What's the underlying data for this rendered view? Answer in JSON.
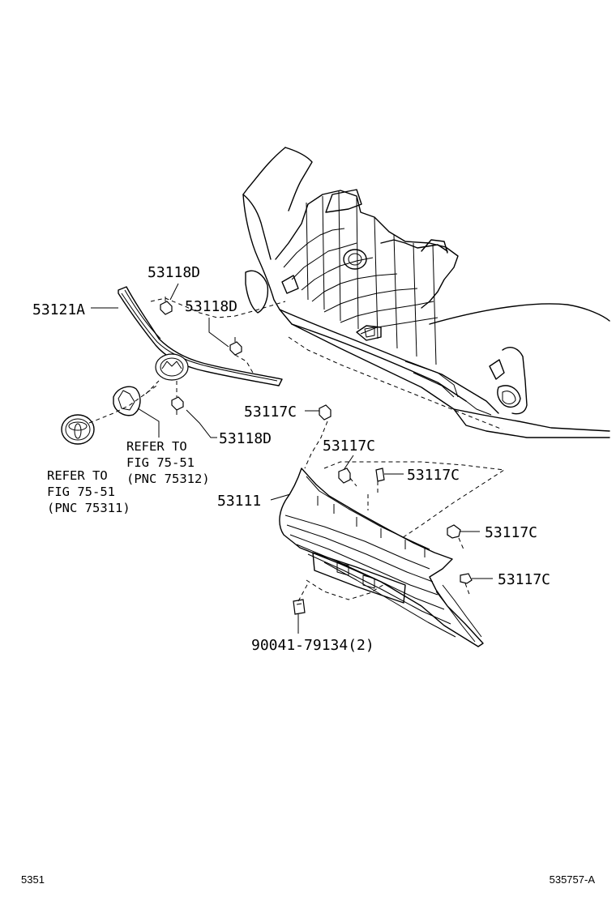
{
  "labels": {
    "p53118d_top": "53118D",
    "p53121a": "53121A",
    "p53118d_mid": "53118D",
    "p53117c_a": "53117C",
    "p53118d_low": "53118D",
    "p53117c_b": "53117C",
    "p53117c_c": "53117C",
    "p53111": "53111",
    "p53117c_d": "53117C",
    "p53117c_e": "53117C",
    "p90041": "90041-79134(2)"
  },
  "refs": {
    "ref1": {
      "line1": "REFER TO",
      "line2": "FIG 75-51",
      "line3": "(PNC 75312)"
    },
    "ref2": {
      "line1": "REFER TO",
      "line2": "FIG 75-51",
      "line3": "(PNC 75311)"
    }
  },
  "footer": {
    "left": "5351",
    "right": "535757-A"
  }
}
